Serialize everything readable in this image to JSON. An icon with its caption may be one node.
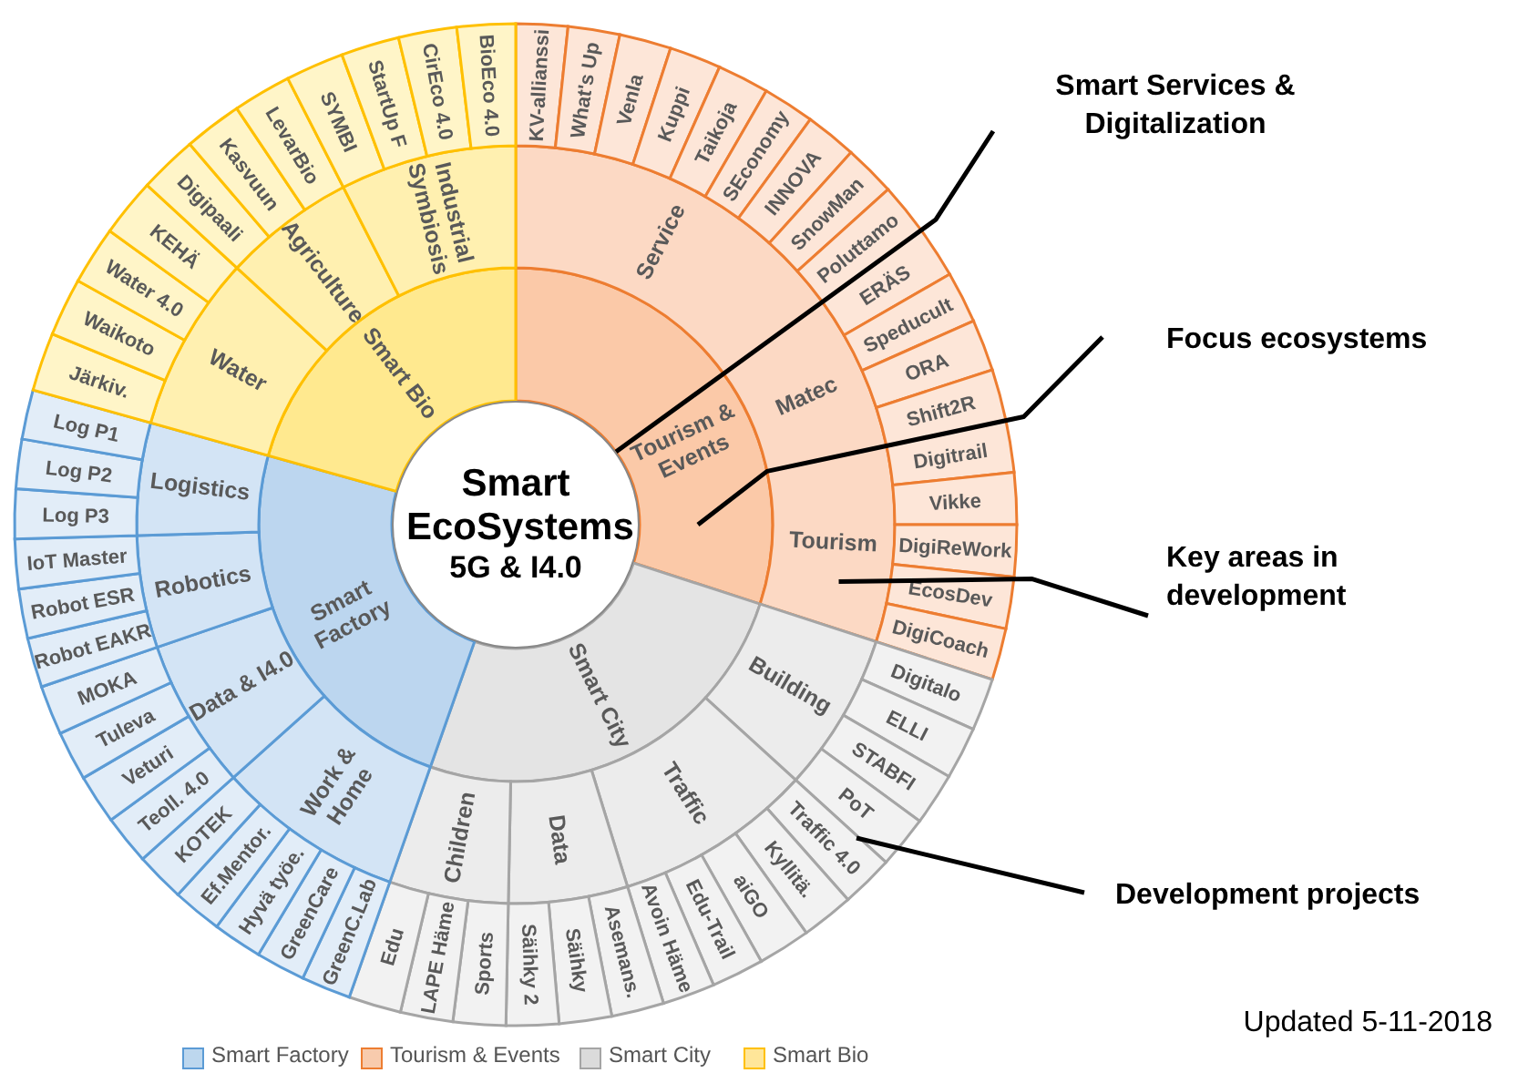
{
  "diagram": {
    "nodes": [
      {
        "text": [
          "Smart EcoSystems",
          "5G & I4.0"
        ]
      },
      {
        "text": [
          "Tourism & Events"
        ]
      },
      {
        "text": [
          "Smart City"
        ]
      },
      {
        "text": [
          "Smart Factory"
        ]
      },
      {
        "text": [
          "Smart Bio"
        ]
      },
      {
        "text": [
          "Service"
        ]
      },
      {
        "text": [
          "Matec"
        ]
      },
      {
        "text": [
          "Tourism"
        ]
      },
      {
        "text": [
          "Building"
        ]
      },
      {
        "text": [
          "Traffic"
        ]
      },
      {
        "text": [
          "Data"
        ]
      },
      {
        "text": [
          "Children"
        ]
      },
      {
        "text": [
          "Work & Home"
        ]
      },
      {
        "text": [
          "Data & I4.0"
        ]
      },
      {
        "text": [
          "Robotics"
        ]
      },
      {
        "text": [
          "Logistics"
        ]
      },
      {
        "text": [
          "Water"
        ]
      },
      {
        "text": [
          "Agriculture"
        ]
      },
      {
        "text": [
          "Industrial Symbiosis"
        ]
      },
      {
        "text": [
          "KV-allianssi"
        ]
      },
      {
        "text": [
          "What's Up"
        ]
      },
      {
        "text": [
          "Venla"
        ]
      },
      {
        "text": [
          "Kuppi"
        ]
      },
      {
        "text": [
          "Taikoja"
        ]
      },
      {
        "text": [
          "SEconomy"
        ]
      },
      {
        "text": [
          "INNOVA"
        ]
      },
      {
        "text": [
          "SnowMan"
        ]
      },
      {
        "text": [
          "Poluttamo"
        ]
      },
      {
        "text": [
          "ERÄS"
        ]
      },
      {
        "text": [
          "Speducult"
        ]
      },
      {
        "text": [
          "ORA"
        ]
      },
      {
        "text": [
          "Shift2R"
        ]
      },
      {
        "text": [
          "Digitrail"
        ]
      },
      {
        "text": [
          "Vikke"
        ]
      },
      {
        "text": [
          "DigiReWork"
        ]
      },
      {
        "text": [
          "EcosDev"
        ]
      },
      {
        "text": [
          "DigiCoach"
        ]
      },
      {
        "text": [
          "Digitalo"
        ]
      },
      {
        "text": [
          "ELLI"
        ]
      },
      {
        "text": [
          "STABFI"
        ]
      },
      {
        "text": [
          "PoT"
        ]
      },
      {
        "text": [
          "Traffic 4.0"
        ]
      },
      {
        "text": [
          "Kyllitä."
        ]
      },
      {
        "text": [
          "aiGO"
        ]
      },
      {
        "text": [
          "Edu-Trail"
        ]
      },
      {
        "text": [
          "Avoin Häme"
        ]
      },
      {
        "text": [
          "Asemans."
        ]
      },
      {
        "text": [
          "Säihky"
        ]
      },
      {
        "text": [
          "Säihky 2"
        ]
      },
      {
        "text": [
          "Sports"
        ]
      },
      {
        "text": [
          "LAPE Häme"
        ]
      },
      {
        "text": [
          "Edu"
        ]
      },
      {
        "text": [
          "GreenC.Lab"
        ]
      },
      {
        "text": [
          "GreenCare"
        ]
      },
      {
        "text": [
          "Hyvä työe."
        ]
      },
      {
        "text": [
          "Ef.Mentor."
        ]
      },
      {
        "text": [
          "KOTEK"
        ]
      },
      {
        "text": [
          "Teoll. 4.0"
        ]
      },
      {
        "text": [
          "Veturi"
        ]
      },
      {
        "text": [
          "Tuleva"
        ]
      },
      {
        "text": [
          "MOKA"
        ]
      },
      {
        "text": [
          "Robot EAKR"
        ]
      },
      {
        "text": [
          "Robot ESR"
        ]
      },
      {
        "text": [
          "IoT Master"
        ]
      },
      {
        "text": [
          "Log P3"
        ]
      },
      {
        "text": [
          "Log P2"
        ]
      },
      {
        "text": [
          "Log P1"
        ]
      },
      {
        "text": [
          "Järkiv."
        ]
      },
      {
        "text": [
          "Waikoto"
        ]
      },
      {
        "text": [
          "Water 4.0"
        ]
      },
      {
        "text": [
          "KEHÄ"
        ]
      },
      {
        "text": [
          "Digipaali"
        ]
      },
      {
        "text": [
          "Kasvuun"
        ]
      },
      {
        "text": [
          "LevarBio"
        ]
      },
      {
        "text": [
          "SYMBI"
        ]
      },
      {
        "text": [
          "StartUp F"
        ]
      },
      {
        "text": [
          "CirEco 4.0"
        ]
      },
      {
        "text": [
          "BioEco 4.0"
        ]
      },
      {
        "text": [
          "Smart Services & Digitalization"
        ]
      },
      {
        "text": [
          "Focus ecosystems"
        ]
      },
      {
        "text": [
          "Key areas in development"
        ]
      },
      {
        "text": [
          "Development projects"
        ]
      }
    ],
    "edges": [
      {
        "from": 78,
        "to": 0,
        "arrow": "none"
      },
      {
        "from": 79,
        "to": 1,
        "arrow": "none"
      },
      {
        "from": 80,
        "to": 7,
        "arrow": "none"
      },
      {
        "from": 81,
        "to": 40,
        "arrow": "none"
      }
    ],
    "labels": [
      "Updated 5-11-2018"
    ],
    "legend": [
      {
        "text": "Smart Factory",
        "color": "#bdd7ee"
      },
      {
        "text": "Tourism & Events",
        "color": "#f8cbad"
      },
      {
        "text": "Smart City",
        "color": "#dbdbdb"
      },
      {
        "text": "Smart Bio",
        "color": "#ffe699"
      }
    ]
  }
}
